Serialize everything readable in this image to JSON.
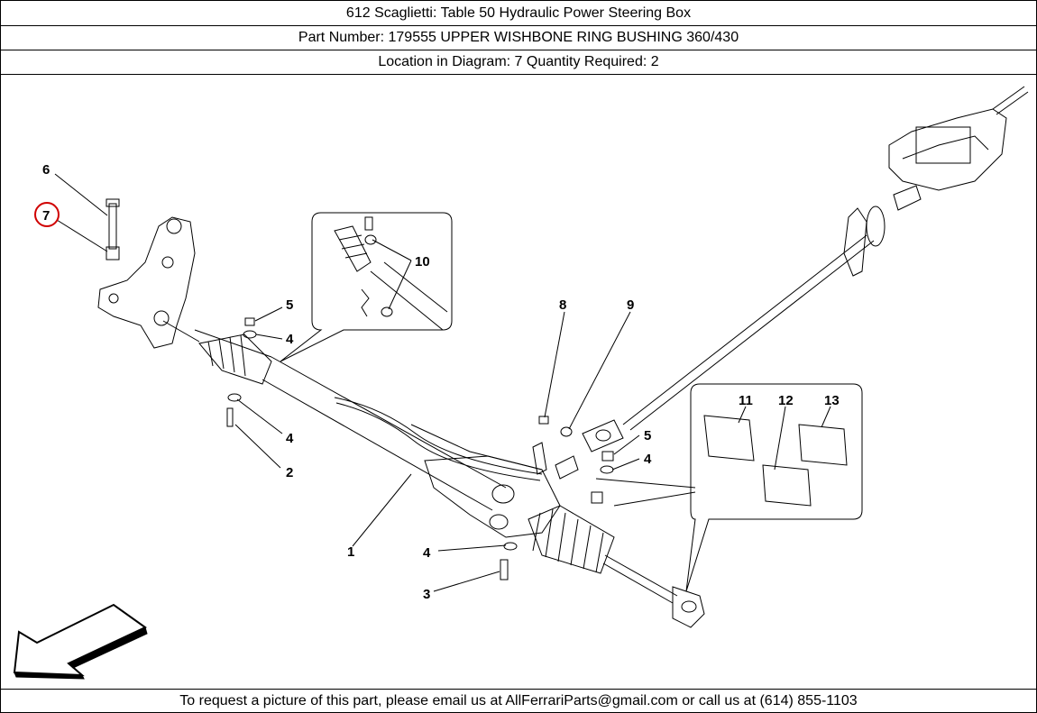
{
  "header": {
    "title_line": "612 Scaglietti:   Table 50 Hydraulic Power Steering Box",
    "part_line": "Part Number: 179555   UPPER WISHBONE RING BUSHING 360/430",
    "location_line": "Location in Diagram: 7   Quantity Required: 2"
  },
  "diagram": {
    "highlighted_callout": "7",
    "highlight_color": "#d00000",
    "callouts": {
      "c1": "1",
      "c2": "2",
      "c3": "3",
      "c4a": "4",
      "c4b": "4",
      "c4c": "4",
      "c4d": "4",
      "c5a": "5",
      "c5b": "5",
      "c6": "6",
      "c7": "7",
      "c8": "8",
      "c9": "9",
      "c10": "10",
      "c11": "11",
      "c12": "12",
      "c13": "13"
    }
  },
  "footer": {
    "text": "To request a picture of this part, please email us at AllFerrariParts@gmail.com or call us at (614) 855-1103"
  }
}
